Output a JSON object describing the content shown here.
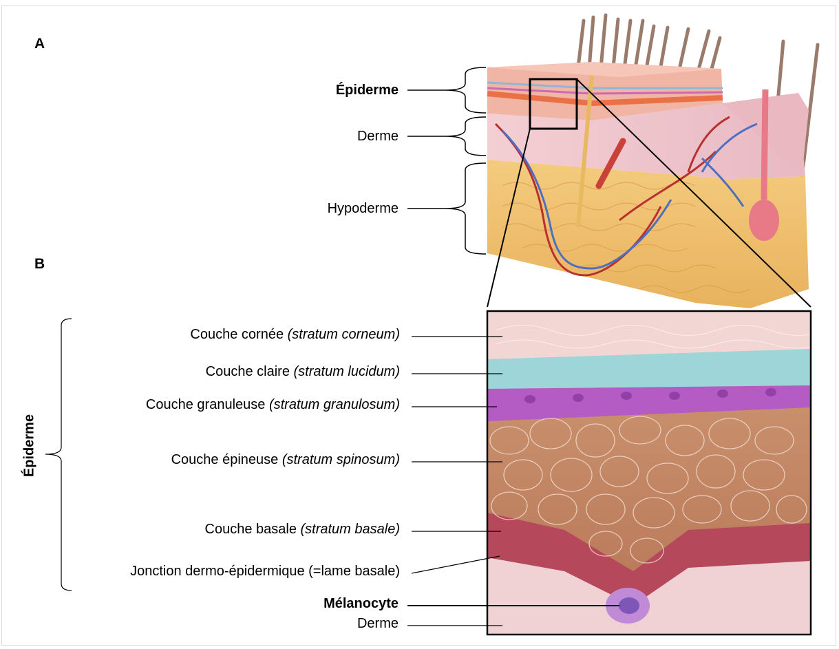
{
  "panels": {
    "a": "A",
    "b": "B"
  },
  "top_labels": {
    "epiderme": "Épiderme",
    "derme": "Derme",
    "hypoderme": "Hypoderme"
  },
  "layers": [
    {
      "name": "Couche cornée ",
      "latin": "(stratum corneum)"
    },
    {
      "name": "Couche claire ",
      "latin": "(stratum lucidum)"
    },
    {
      "name": "Couche granuleuse ",
      "latin": "(stratum granulosum)"
    },
    {
      "name": "Couche épineuse ",
      "latin": "(stratum spinosum)"
    },
    {
      "name": "Couche basale ",
      "latin": "(stratum basale)"
    }
  ],
  "jonction": "Jonction dermo-épidermique (=lame basale)",
  "melanocyte": "Mélanocyte",
  "derme_bottom": "Derme",
  "side_label": "Épiderme",
  "colors": {
    "corneum": "#f2d6d3",
    "lucidum": "#9ed5d9",
    "granulosum": "#b55cc4",
    "spinosum": "#c58c6a",
    "basale": "#b5485a",
    "derme": "#f0d2d4",
    "hypoderme": "#f1c06e"
  }
}
